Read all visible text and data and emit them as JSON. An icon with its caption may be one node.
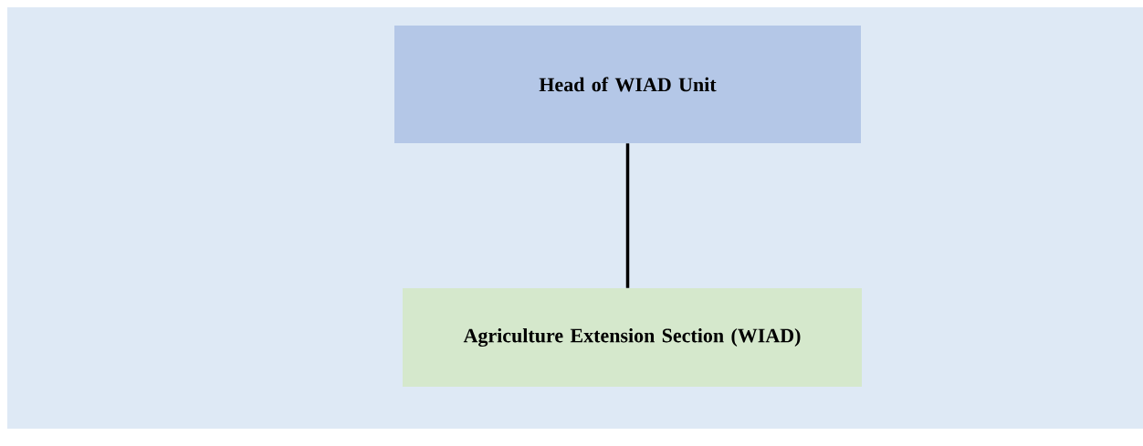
{
  "diagram": {
    "nodes": [
      {
        "text": [
          "Head of WIAD Unit"
        ]
      },
      {
        "text": [
          "Agriculture Extension Section (WIAD)"
        ]
      }
    ],
    "edges": [
      {
        "from": 0,
        "to": 1,
        "arrow": "none"
      }
    ]
  }
}
